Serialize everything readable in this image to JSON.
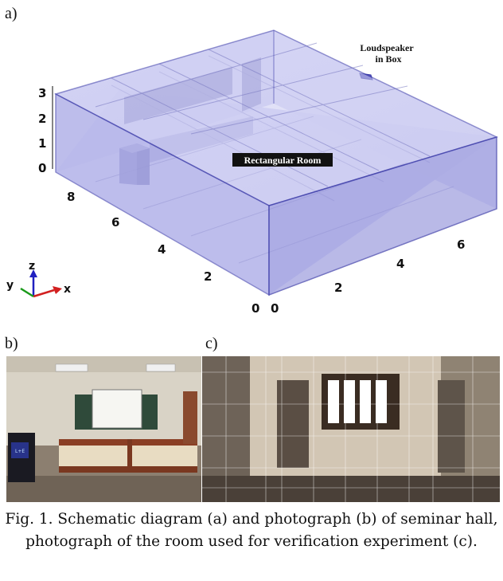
{
  "panels": {
    "a_label": "a)",
    "b_label": "b)",
    "c_label": "c)"
  },
  "schematic": {
    "room_label": "Rectangular Room",
    "speaker_label_line1": "Loudspeaker",
    "speaker_label_line2": "in Box",
    "z_ticks": [
      "0",
      "1",
      "2",
      "3"
    ],
    "y_ticks": [
      "0",
      "2",
      "4",
      "6",
      "8"
    ],
    "x_ticks": [
      "0",
      "2",
      "4",
      "6"
    ],
    "axes": {
      "x": "x",
      "y": "y",
      "z": "z"
    },
    "colors": {
      "room_fill": "#b6b6ea",
      "room_edge": "#3a3aa8",
      "x_axis": "#d22020",
      "y_axis": "#1a9a1a",
      "z_axis": "#2020c0"
    }
  },
  "caption": "Fig. 1. Schematic diagram (a) and photograph (b) of seminar hall, photograph of the room used for verification experiment (c)."
}
